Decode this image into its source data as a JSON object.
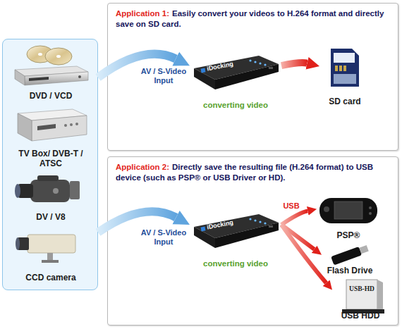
{
  "diagram": {
    "nodes": [
      {
        "text": []
      },
      {
        "text": [
          "DVD / VCD"
        ],
        "in": 0
      },
      {
        "text": [
          "TV Box/ DVB-T / ATSC"
        ],
        "in": 0
      },
      {
        "text": [
          "DV / V8"
        ],
        "in": 0
      },
      {
        "text": [
          "CCD camera"
        ],
        "in": 0
      },
      {
        "text": [
          "Application 1:",
          "Easily convert your videos to H.264 format and directly save on SD card."
        ]
      },
      {
        "text": [
          "iDocking",
          "converting video"
        ],
        "in": 5
      },
      {
        "text": [
          "SD card"
        ],
        "in": 5
      },
      {
        "text": [
          "Application 2:",
          "Directly save the resulting file (H.264 format) to USB device (such as PSP® or USB Driver or HD)."
        ]
      },
      {
        "text": [
          "iDocking",
          "converting video"
        ],
        "in": 8
      },
      {
        "text": [
          "PSP®"
        ],
        "in": 8
      },
      {
        "text": [
          "Flash Drive"
        ],
        "in": 8
      },
      {
        "text": [
          "USB-HD",
          "USB HDD"
        ],
        "in": 8
      }
    ],
    "edges": [
      {
        "from": 0,
        "to": 6,
        "arrow": "to",
        "label": "AV / S-Video Input"
      },
      {
        "from": 6,
        "to": 7,
        "arrow": "to"
      },
      {
        "from": 0,
        "to": 9,
        "arrow": "to",
        "label": "AV / S-Video Input"
      },
      {
        "from": 9,
        "to": 10,
        "arrow": "to"
      },
      {
        "from": 9,
        "to": 11,
        "arrow": "to",
        "label": "USB"
      },
      {
        "from": 9,
        "to": 12,
        "arrow": "to"
      }
    ]
  }
}
